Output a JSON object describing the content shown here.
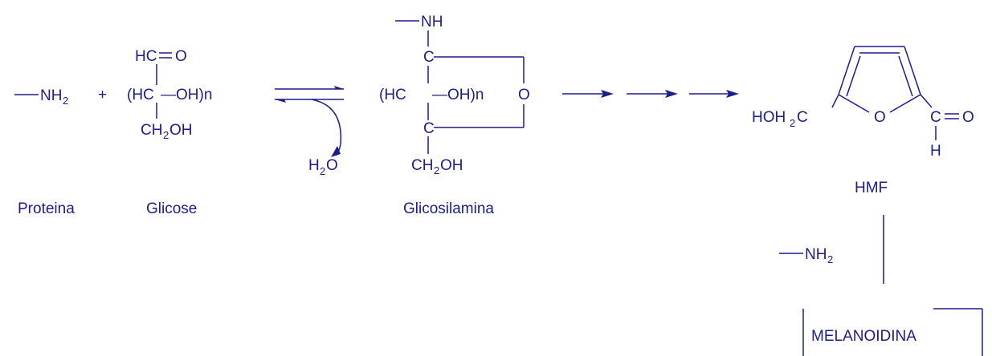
{
  "colors": {
    "ink": "#1c1c8c",
    "background": "#ffffff"
  },
  "reactants": {
    "amine": {
      "bond": "—",
      "group": "NH",
      "subscript": "2"
    },
    "plus": "+",
    "glucose": {
      "aldehyde": "HC=O",
      "chain_open": "(HC",
      "chain_oh": "—OH)n",
      "ch2oh_a": "CH",
      "ch2oh_sub": "2",
      "ch2oh_b": "OH"
    }
  },
  "water": {
    "h": "H",
    "sub": "2",
    "o": "O"
  },
  "glycosylamine": {
    "nh": "—NH",
    "c1": "C",
    "chain_open": "(HC",
    "chain_oh": "—OH)n",
    "ring_o": "O",
    "c2": "C",
    "ch2oh_a": "CH",
    "ch2oh_sub": "2",
    "ch2oh_b": "OH"
  },
  "hmf": {
    "hoh2c_a": "HOH",
    "hoh2c_sub": "2",
    "hoh2c_b": "C",
    "ring_o": "O",
    "aldehyde_c": "C",
    "aldehyde_o": "=O",
    "aldehyde_h": "H"
  },
  "labels": {
    "protein": "Proteina",
    "glucose": "Glicose",
    "glycosylamine": "Glicosilamina",
    "hmf": "HMF",
    "melanoidin": "MELANOIDINA"
  },
  "amine_reagent": {
    "bond": "—",
    "group": "NH",
    "subscript": "2"
  }
}
